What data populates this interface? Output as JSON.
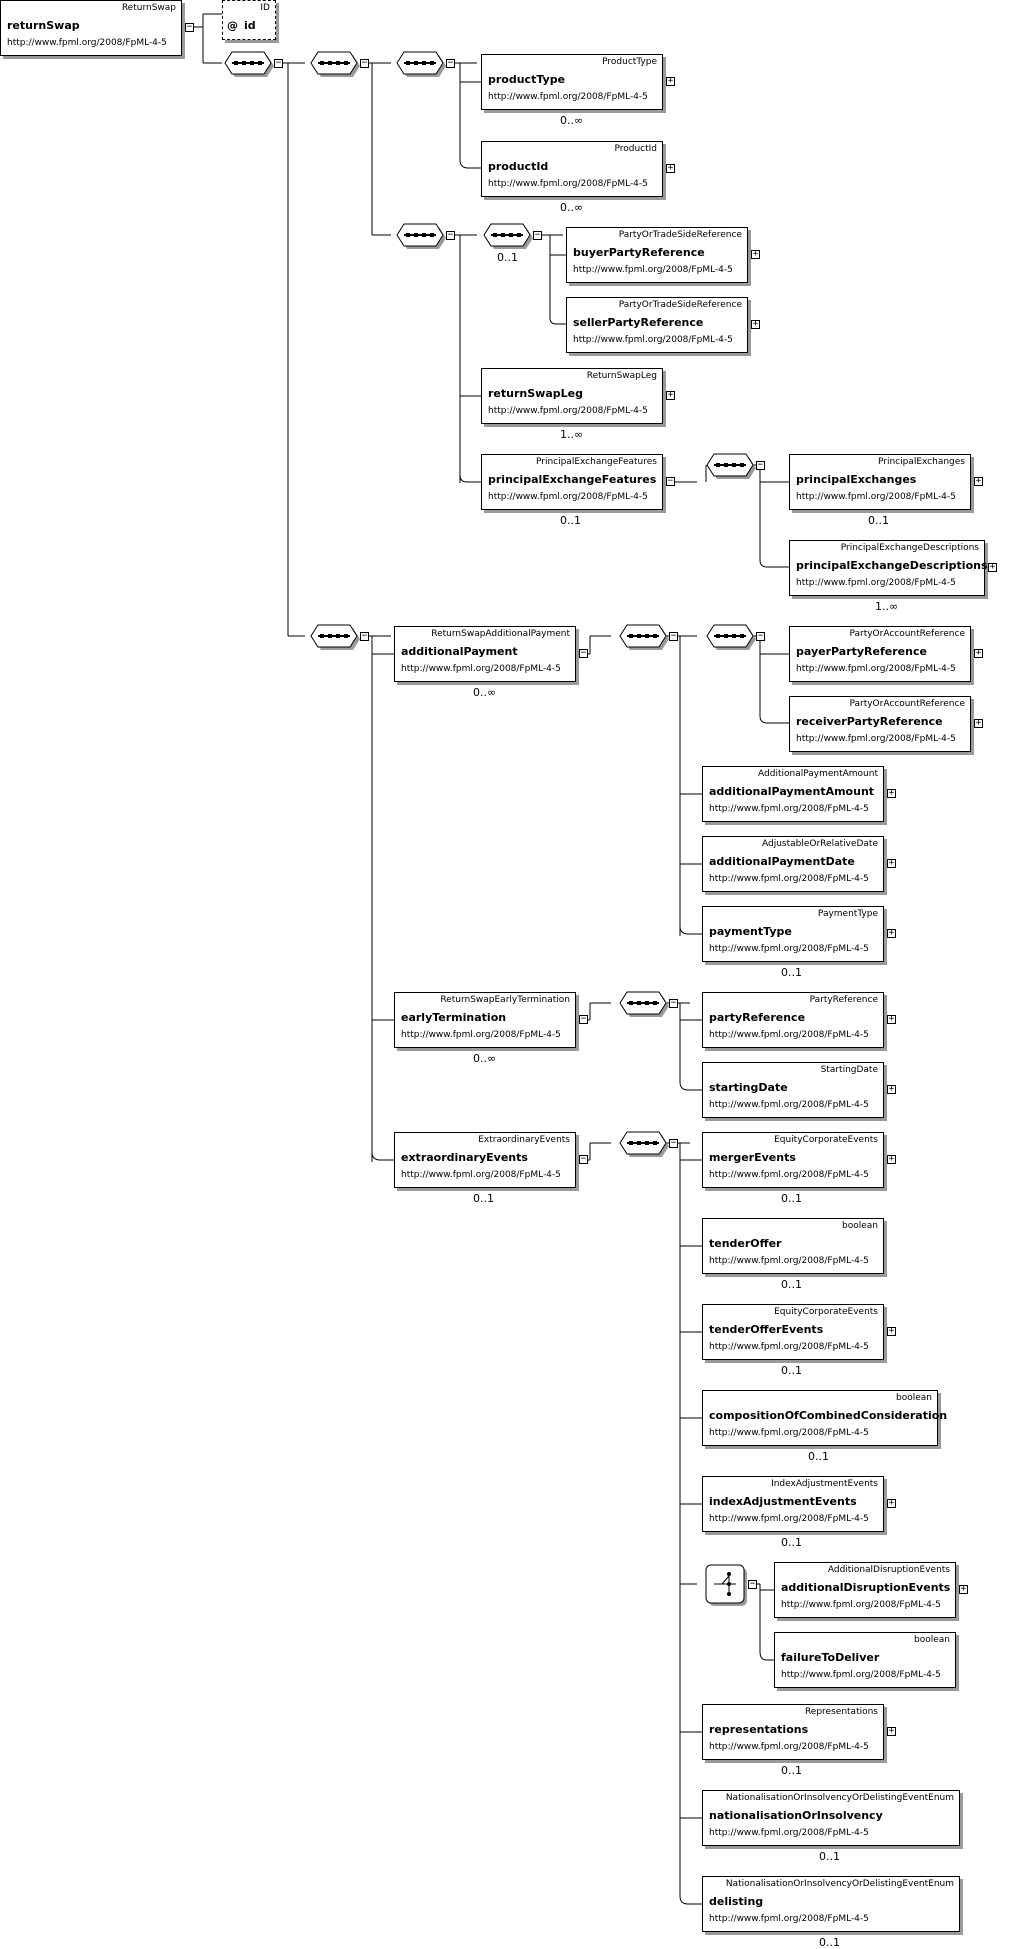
{
  "root": {
    "type": "ReturnSwap",
    "name": "returnSwap",
    "ns": "http://www.fpml.org/2008/FpML-4-5"
  },
  "attribute": {
    "type": "ID",
    "name": "id",
    "at": "@"
  },
  "nodes": [
    {
      "id": "productType",
      "type": "ProductType",
      "name": "productType",
      "ns": "http://www.fpml.org/2008/FpML-4-5",
      "occ": "0..∞",
      "expand": true
    },
    {
      "id": "productId",
      "type": "ProductId",
      "name": "productId",
      "ns": "http://www.fpml.org/2008/FpML-4-5",
      "occ": "0..∞",
      "expand": true
    },
    {
      "id": "buyerPartyReference",
      "type": "PartyOrTradeSideReference",
      "name": "buyerPartyReference",
      "ns": "http://www.fpml.org/2008/FpML-4-5",
      "occ": "",
      "expand": true
    },
    {
      "id": "sellerPartyReference",
      "type": "PartyOrTradeSideReference",
      "name": "sellerPartyReference",
      "ns": "http://www.fpml.org/2008/FpML-4-5",
      "occ": "",
      "expand": true
    },
    {
      "id": "returnSwapLeg",
      "type": "ReturnSwapLeg",
      "name": "returnSwapLeg",
      "ns": "http://www.fpml.org/2008/FpML-4-5",
      "occ": "1..∞",
      "expand": true
    },
    {
      "id": "principalExchangeFeatures",
      "type": "PrincipalExchangeFeatures",
      "name": "principalExchangeFeatures",
      "ns": "http://www.fpml.org/2008/FpML-4-5",
      "occ": "0..1",
      "expand": false
    },
    {
      "id": "principalExchanges",
      "type": "PrincipalExchanges",
      "name": "principalExchanges",
      "ns": "http://www.fpml.org/2008/FpML-4-5",
      "occ": "0..1",
      "expand": true
    },
    {
      "id": "principalExchangeDescriptions",
      "type": "PrincipalExchangeDescriptions",
      "name": "principalExchangeDescriptions",
      "ns": "http://www.fpml.org/2008/FpML-4-5",
      "occ": "1..∞",
      "expand": true
    },
    {
      "id": "additionalPayment",
      "type": "ReturnSwapAdditionalPayment",
      "name": "additionalPayment",
      "ns": "http://www.fpml.org/2008/FpML-4-5",
      "occ": "0..∞",
      "expand": false
    },
    {
      "id": "payerPartyReference",
      "type": "PartyOrAccountReference",
      "name": "payerPartyReference",
      "ns": "http://www.fpml.org/2008/FpML-4-5",
      "occ": "",
      "expand": true
    },
    {
      "id": "receiverPartyReference",
      "type": "PartyOrAccountReference",
      "name": "receiverPartyReference",
      "ns": "http://www.fpml.org/2008/FpML-4-5",
      "occ": "",
      "expand": true
    },
    {
      "id": "additionalPaymentAmount",
      "type": "AdditionalPaymentAmount",
      "name": "additionalPaymentAmount",
      "ns": "http://www.fpml.org/2008/FpML-4-5",
      "occ": "",
      "expand": true
    },
    {
      "id": "additionalPaymentDate",
      "type": "AdjustableOrRelativeDate",
      "name": "additionalPaymentDate",
      "ns": "http://www.fpml.org/2008/FpML-4-5",
      "occ": "",
      "expand": true
    },
    {
      "id": "paymentType",
      "type": "PaymentType",
      "name": "paymentType",
      "ns": "http://www.fpml.org/2008/FpML-4-5",
      "occ": "0..1",
      "expand": true
    },
    {
      "id": "earlyTermination",
      "type": "ReturnSwapEarlyTermination",
      "name": "earlyTermination",
      "ns": "http://www.fpml.org/2008/FpML-4-5",
      "occ": "0..∞",
      "expand": false
    },
    {
      "id": "partyReference",
      "type": "PartyReference",
      "name": "partyReference",
      "ns": "http://www.fpml.org/2008/FpML-4-5",
      "occ": "",
      "expand": true
    },
    {
      "id": "startingDate",
      "type": "StartingDate",
      "name": "startingDate",
      "ns": "http://www.fpml.org/2008/FpML-4-5",
      "occ": "",
      "expand": true
    },
    {
      "id": "extraordinaryEvents",
      "type": "ExtraordinaryEvents",
      "name": "extraordinaryEvents",
      "ns": "http://www.fpml.org/2008/FpML-4-5",
      "occ": "0..1",
      "expand": false
    },
    {
      "id": "mergerEvents",
      "type": "EquityCorporateEvents",
      "name": "mergerEvents",
      "ns": "http://www.fpml.org/2008/FpML-4-5",
      "occ": "0..1",
      "expand": true
    },
    {
      "id": "tenderOffer",
      "type": "boolean",
      "name": "tenderOffer",
      "ns": "http://www.fpml.org/2008/FpML-4-5",
      "occ": "0..1",
      "expand": false
    },
    {
      "id": "tenderOfferEvents",
      "type": "EquityCorporateEvents",
      "name": "tenderOfferEvents",
      "ns": "http://www.fpml.org/2008/FpML-4-5",
      "occ": "0..1",
      "expand": true
    },
    {
      "id": "compositionOfCombinedConsideration",
      "type": "boolean",
      "name": "compositionOfCombinedConsideration",
      "ns": "http://www.fpml.org/2008/FpML-4-5",
      "occ": "0..1",
      "expand": false
    },
    {
      "id": "indexAdjustmentEvents",
      "type": "IndexAdjustmentEvents",
      "name": "indexAdjustmentEvents",
      "ns": "http://www.fpml.org/2008/FpML-4-5",
      "occ": "0..1",
      "expand": true
    },
    {
      "id": "additionalDisruptionEvents",
      "type": "AdditionalDisruptionEvents",
      "name": "additionalDisruptionEvents",
      "ns": "http://www.fpml.org/2008/FpML-4-5",
      "occ": "",
      "expand": true
    },
    {
      "id": "failureToDeliver",
      "type": "boolean",
      "name": "failureToDeliver",
      "ns": "http://www.fpml.org/2008/FpML-4-5",
      "occ": "",
      "expand": false
    },
    {
      "id": "representations",
      "type": "Representations",
      "name": "representations",
      "ns": "http://www.fpml.org/2008/FpML-4-5",
      "occ": "0..1",
      "expand": true
    },
    {
      "id": "nationalisationOrInsolvency",
      "type": "NationalisationOrInsolvencyOrDelistingEventEnum",
      "name": "nationalisationOrInsolvency",
      "ns": "http://www.fpml.org/2008/FpML-4-5",
      "occ": "0..1",
      "expand": false
    },
    {
      "id": "delisting",
      "type": "NationalisationOrInsolvencyOrDelistingEventEnum",
      "name": "delisting",
      "ns": "http://www.fpml.org/2008/FpML-4-5",
      "occ": "0..1",
      "expand": false
    }
  ],
  "compositors": [
    {
      "id": "seq-root",
      "kind": "sequence",
      "occ": ""
    },
    {
      "id": "seq-product",
      "kind": "sequence",
      "occ": ""
    },
    {
      "id": "seq-ids",
      "kind": "sequence",
      "occ": ""
    },
    {
      "id": "seq-parties-outer",
      "kind": "sequence",
      "occ": ""
    },
    {
      "id": "seq-parties",
      "kind": "sequence",
      "occ": "0..1"
    },
    {
      "id": "seq-principal",
      "kind": "sequence",
      "occ": ""
    },
    {
      "id": "seq-payments",
      "kind": "sequence",
      "occ": ""
    },
    {
      "id": "seq-addpay",
      "kind": "sequence",
      "occ": ""
    },
    {
      "id": "seq-payer",
      "kind": "sequence",
      "occ": ""
    },
    {
      "id": "seq-early",
      "kind": "sequence",
      "occ": ""
    },
    {
      "id": "seq-extra",
      "kind": "sequence",
      "occ": ""
    },
    {
      "id": "choice-disruption",
      "kind": "choice",
      "occ": ""
    }
  ]
}
